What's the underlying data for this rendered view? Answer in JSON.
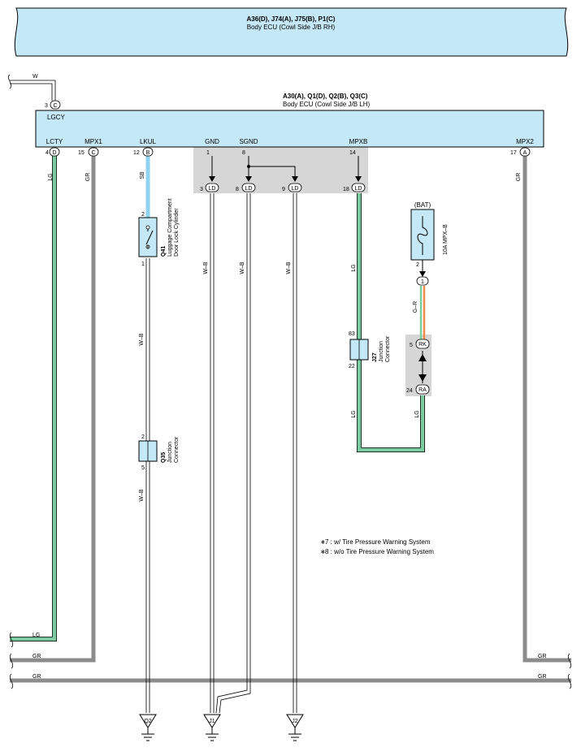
{
  "colors": {
    "ecu_fill": "#c5e8f7",
    "grey_box": "#d6d6d6",
    "wire_lg": "#7ccca0",
    "wire_gr": "#8c8c8c",
    "wire_sb": "#8fd3f0",
    "wire_gr_orange": "#f08a46",
    "outline": "#000000"
  },
  "top_ecu": {
    "title": "A36(D), J74(A), J75(B), P1(C)",
    "subtitle": "Body ECU (Cowl Side J/B RH)"
  },
  "main_ecu": {
    "title": "A30(A), Q1(D), Q2(B), Q3(C)",
    "subtitle": "Body ECU (Cowl Side J/B LH)",
    "lgcy_label": "LGCY",
    "lgcy_pin": "3",
    "lgcy_conn": "C",
    "lgcy_wire": "W",
    "terminals": [
      {
        "label": "LCTY",
        "pin": "4",
        "conn": "D"
      },
      {
        "label": "MPX1",
        "pin": "15",
        "conn": "C"
      },
      {
        "label": "LKUL",
        "pin": "12",
        "conn": "B"
      },
      {
        "label": "GND",
        "pin": "1"
      },
      {
        "label": "SGND",
        "pin": "8"
      },
      {
        "label": "MPXB",
        "pin": "14"
      },
      {
        "label": "MPX2",
        "pin": "17",
        "conn": "A"
      }
    ]
  },
  "ld_connectors": [
    {
      "pin": "3",
      "conn": "LD"
    },
    {
      "pin": "8",
      "conn": "LD"
    },
    {
      "pin": "9",
      "conn": "LD"
    },
    {
      "pin": "18",
      "conn": "LD"
    }
  ],
  "wire_labels": {
    "lcty": "LG",
    "mpx1": "GR",
    "lkul": "SB",
    "q41_out": "W–B",
    "q35_out": "W–B",
    "gnd": "W–B",
    "sgnd": "W–B",
    "ld9": "W–B",
    "mpxb": "LG",
    "j27_out": "LG",
    "fuse_out": "G–R",
    "ra_out": "LG",
    "mpx2": "GR"
  },
  "components": {
    "q41": {
      "code": "Q41",
      "name1": "Luggage Compartment",
      "name2": "Door Lock Cylinder",
      "pin_top": "2",
      "pin_bot": "1"
    },
    "q35": {
      "code": "Q35",
      "name1": "Junction",
      "name2": "Connector",
      "pin_top": "2",
      "pin_bot": "5"
    },
    "j27": {
      "code": "J27",
      "name1": "Junction",
      "name2": "Connector",
      "pin_top": "83",
      "pin_bot": "22"
    },
    "fuse": {
      "source": "(BAT)",
      "name": "10A MPX–B",
      "pin": "2",
      "conn": "1"
    },
    "rk": {
      "pin": "5",
      "conn": "RK"
    },
    "ra": {
      "pin": "24",
      "conn": "RA"
    }
  },
  "notes": [
    {
      "mark": "∗",
      "text": "7 : w/ Tire Pressure Warning System"
    },
    {
      "mark": "∗",
      "text": "8 : w/o Tire Pressure Warning System"
    }
  ],
  "bus": [
    {
      "left": "LG"
    },
    {
      "left": "GR",
      "right": "GR"
    },
    {
      "left": "GR",
      "right": "GR"
    }
  ],
  "grounds": [
    {
      "label": "Q2"
    },
    {
      "label": "J1"
    },
    {
      "label": "J2"
    }
  ]
}
